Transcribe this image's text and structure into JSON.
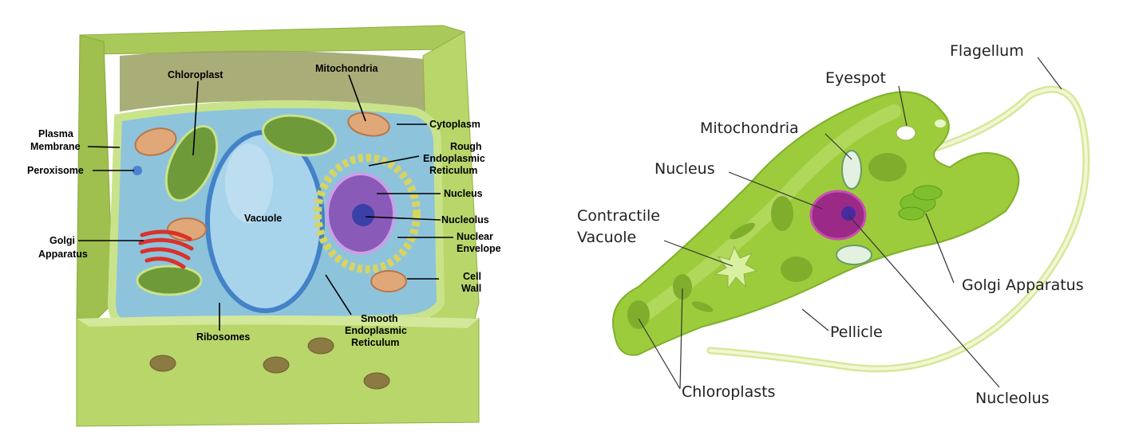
{
  "plant_cell": {
    "labels": {
      "chloroplast": "Chloroplast",
      "mitochondria": "Mitochondria",
      "plasma_membrane_1": "Plasma",
      "plasma_membrane_2": "Membrane",
      "cytoplasm": "Cytoplasm",
      "rough_er_1": "Rough",
      "rough_er_2": "Endoplasmic",
      "rough_er_3": "Reticulum",
      "peroxisome": "Peroxisome",
      "nucleus": "Nucleus",
      "vacuole": "Vacuole",
      "nucleolus": "Nucleolus",
      "golgi_1": "Golgi",
      "golgi_2": "Apparatus",
      "nuclear_env_1": "Nuclear",
      "nuclear_env_2": "Envelope",
      "cell_wall_1": "Cell",
      "cell_wall_2": "Wall",
      "ribosomes": "Ribosomes",
      "smooth_er_1": "Smooth",
      "smooth_er_2": "Endoplasmic",
      "smooth_er_3": "Reticulum"
    }
  },
  "euglena": {
    "labels": {
      "flagellum": "Flagellum",
      "eyespot": "Eyespot",
      "mitochondria": "Mitochondria",
      "nucleus": "Nucleus",
      "contractile_1": "Contractile",
      "contractile_2": "Vacuole",
      "golgi": "Golgi Apparatus",
      "pellicle": "Pellicle",
      "chloroplasts": "Chloroplasts",
      "nucleolus": "Nucleolus"
    }
  },
  "colors": {
    "wall_green": "#b9d66a",
    "wall_dark": "#8fb043",
    "cytoplasm_blue": "#8ec3dc",
    "vacuole_blue": "#a9d4ec",
    "chloroplast_green": "#6f9a3a",
    "golgi_red": "#d8322a",
    "nucleus_purple": "#8a5ab8",
    "euglena_green": "#9ccc3c",
    "euglena_nucleus": "#9b2a86"
  }
}
